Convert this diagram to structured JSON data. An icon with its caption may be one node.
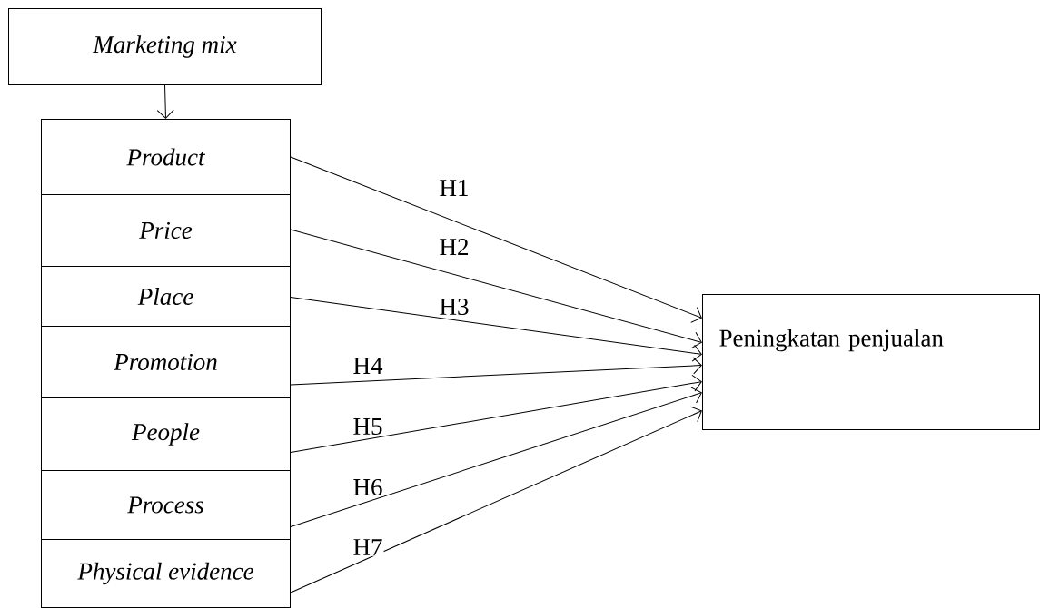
{
  "diagram": {
    "nodes": [
      {
        "text": [
          "Marketing mix"
        ]
      },
      {
        "text": [
          "Product"
        ]
      },
      {
        "text": [
          "Price"
        ]
      },
      {
        "text": [
          "Place"
        ]
      },
      {
        "text": [
          "Promotion"
        ]
      },
      {
        "text": [
          "People"
        ]
      },
      {
        "text": [
          "Process"
        ]
      },
      {
        "text": [
          "Physical evidence"
        ]
      },
      {
        "text": [
          "Peningkatan penjualan"
        ]
      }
    ],
    "edges": [
      {
        "from": 0,
        "to": 1,
        "arrow": "to"
      },
      {
        "from": 1,
        "to": 8,
        "arrow": "to",
        "label": "H1"
      },
      {
        "from": 2,
        "to": 8,
        "arrow": "to",
        "label": "H2"
      },
      {
        "from": 3,
        "to": 8,
        "arrow": "to",
        "label": "H3"
      },
      {
        "from": 4,
        "to": 8,
        "arrow": "to",
        "label": "H4"
      },
      {
        "from": 5,
        "to": 8,
        "arrow": "to",
        "label": "H5"
      },
      {
        "from": 6,
        "to": 8,
        "arrow": "to",
        "label": "H6"
      },
      {
        "from": 7,
        "to": 8,
        "arrow": "to",
        "label": "H7"
      }
    ]
  }
}
